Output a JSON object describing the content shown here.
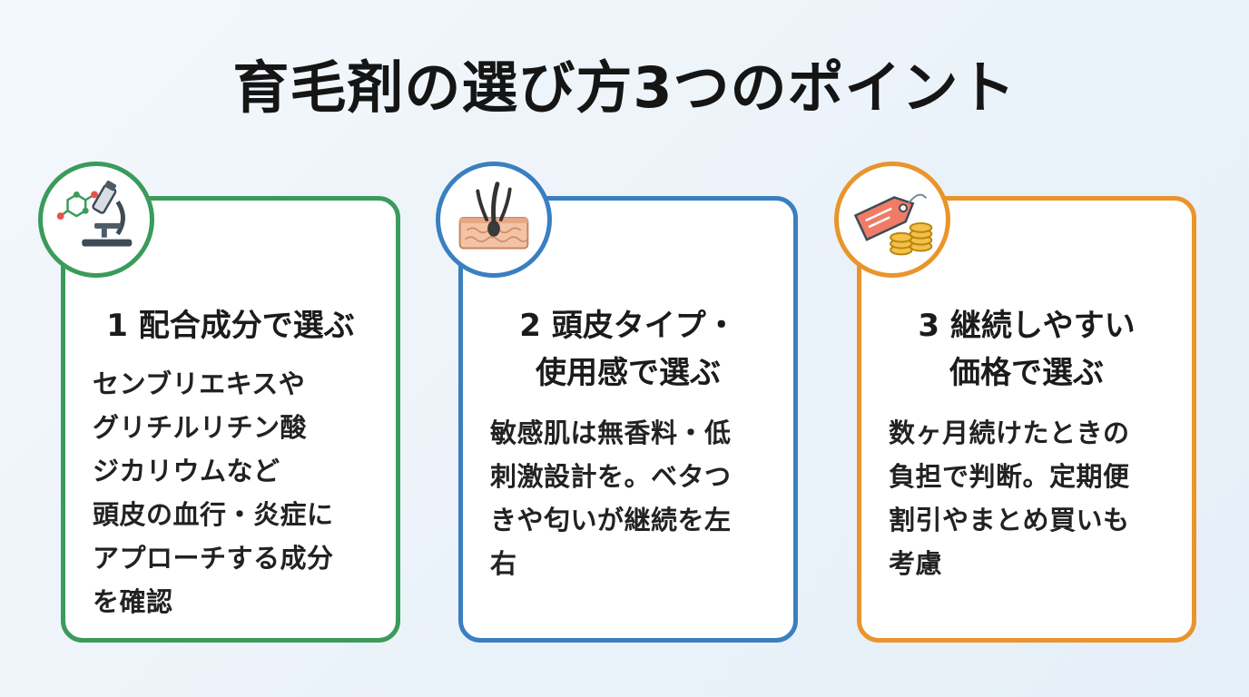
{
  "title": "育毛剤の選び方3つのポイント",
  "points": [
    {
      "heading_lines": [
        "1 配合成分で選ぶ"
      ],
      "body_lines": [
        "センブリエキスや",
        "グリチルリチン酸",
        "ジカリウムなど",
        "頭皮の血行・炎症に",
        "アプローチする成分",
        "を確認"
      ],
      "icon": "microscope-molecule-icon",
      "color": "#3a9b5b"
    },
    {
      "heading_lines": [
        "2 頭皮タイプ・",
        "使用感で選ぶ"
      ],
      "body_lines": [
        "敏感肌は無香料・低",
        "刺激設計を。ベタつ",
        "きや匂いが継続を左",
        "右"
      ],
      "icon": "scalp-hair-icon",
      "color": "#3a7fc0"
    },
    {
      "heading_lines": [
        "3 継続しやすい",
        "価格で選ぶ"
      ],
      "body_lines": [
        "数ヶ月続けたときの",
        "負担で判断。定期便",
        "割引やまとめ買いも",
        "考慮"
      ],
      "icon": "price-tag-coins-icon",
      "color": "#e9952b"
    }
  ]
}
